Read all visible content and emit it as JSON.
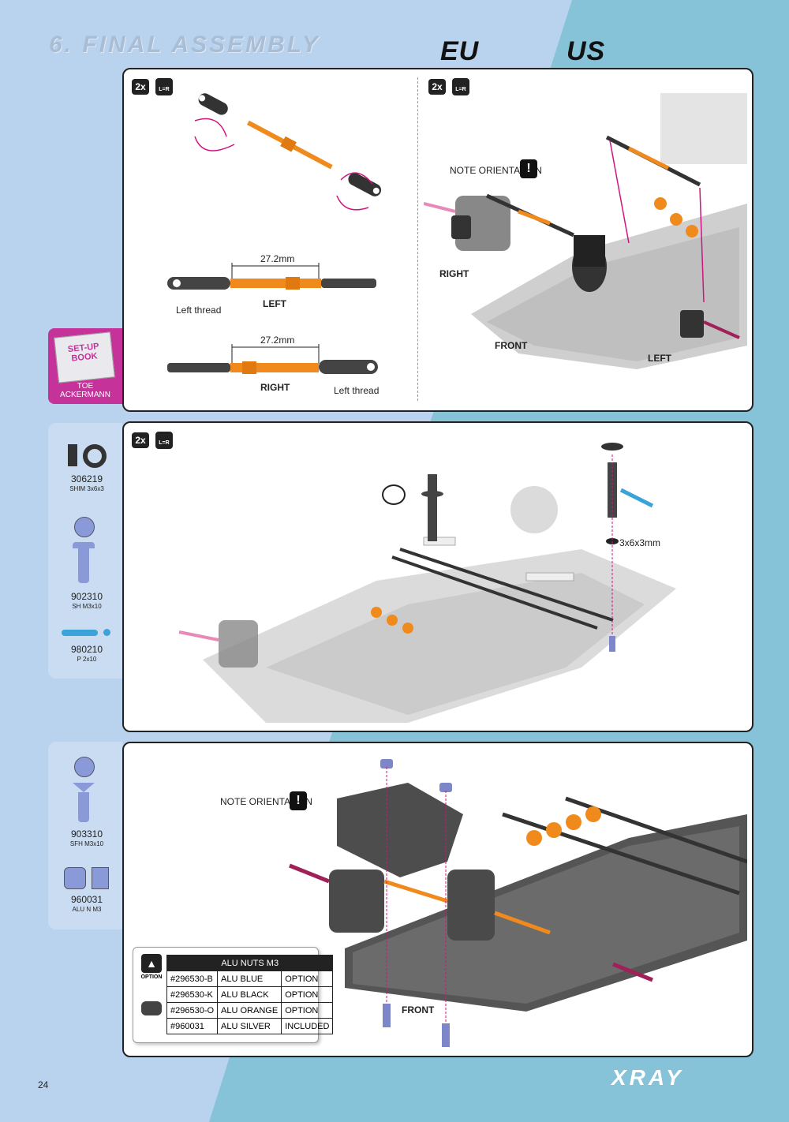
{
  "header": {
    "title": "6. FINAL ASSEMBLY",
    "logo_eu": "EU",
    "logo_us": "US"
  },
  "page_number": "24",
  "brand": "XRAY",
  "step1": {
    "badge_count": "2x",
    "badge_lr": "L=R",
    "dimension_left": "27.2mm",
    "dimension_right": "27.2mm",
    "left_thread_label_1": "Left thread",
    "left_thread_label_2": "Left thread",
    "left_label": "LEFT",
    "right_label": "RIGHT",
    "setup_book": {
      "line1": "SET-UP",
      "line2": "BOOK",
      "caption1": "TOE",
      "caption2": "ACKERMANN"
    }
  },
  "step2": {
    "badge_count": "2x",
    "badge_lr": "L=R",
    "note": "NOTE ORIENTATION",
    "right": "RIGHT",
    "front": "FRONT",
    "left": "LEFT"
  },
  "step3": {
    "badge_count": "2x",
    "badge_lr": "L=R",
    "shim_label": "3x6x3mm",
    "parts": [
      {
        "num": "306219",
        "name": "SHIM 3x6x3"
      },
      {
        "num": "902310",
        "name": "SH M3x10"
      },
      {
        "num": "980210",
        "name": "P 2x10"
      }
    ]
  },
  "step4": {
    "note": "NOTE ORIENTATION",
    "front": "FRONT",
    "parts": [
      {
        "num": "903310",
        "name": "SFH M3x10"
      },
      {
        "num": "960031",
        "name": "ALU N M3"
      }
    ],
    "option": {
      "label": "OPTION",
      "header": "ALU NUTS M3",
      "rows": [
        [
          "#296530-B",
          "ALU BLUE",
          "OPTION"
        ],
        [
          "#296530-K",
          "ALU BLACK",
          "OPTION"
        ],
        [
          "#296530-O",
          "ALU ORANGE",
          "OPTION"
        ],
        [
          "#960031",
          "ALU SILVER",
          "INCLUDED"
        ]
      ]
    }
  },
  "colors": {
    "accent_magenta": "#d0147f",
    "orange": "#f08a1c",
    "blue": "#3aa3d8",
    "background_light": "#b9d3ee",
    "background_dark": "#86c2d8"
  }
}
